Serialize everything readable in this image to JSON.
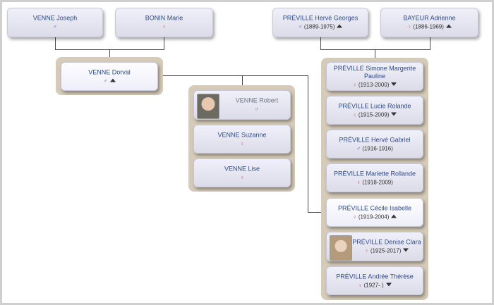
{
  "people": {
    "joseph": {
      "name": "VENNE Joseph",
      "gender": "♂"
    },
    "marie": {
      "name": "BONIN Marie",
      "gender": "♀"
    },
    "herve_georges": {
      "name": "PRÉVILLE Hervé Georges",
      "gender": "♂",
      "years": "(1889-1975)"
    },
    "adrienne": {
      "name": "BAYEUR Adrienne",
      "gender": "♀",
      "years": "(1886-1969)"
    },
    "dorval": {
      "name": "VENNE Dorval",
      "gender": "♂"
    },
    "robert": {
      "name": "VENNE Robert",
      "gender": "♂"
    },
    "suzanne": {
      "name": "VENNE Suzanne",
      "gender": "♀"
    },
    "lise": {
      "name": "VENNE Lise",
      "gender": "♀"
    },
    "simone": {
      "name": "PRÉVILLE Simone Margerite Pauline",
      "gender": "♀",
      "years": "(1913-2000)"
    },
    "lucie": {
      "name": "PRÉVILLE Lucie Rolande",
      "gender": "♀",
      "years": "(1915-2009)"
    },
    "herve_gabriel": {
      "name": "PRÉVILLE Hervé Gabriel",
      "gender": "♂",
      "years": "(1916-1916)"
    },
    "mariette": {
      "name": "PRÉVILLE Mariette Rollande",
      "gender": "♀",
      "years": "(1918-2009)"
    },
    "cecile": {
      "name": "PRÉVILLE Cécile Isabelle",
      "gender": "♀",
      "years": "(1919-2004)"
    },
    "denise": {
      "name": "PRÉVILLE Denise Clara",
      "gender": "♀",
      "years": "(1925-2017)"
    },
    "andree": {
      "name": "PRÉVILLE Andrée Thérèse",
      "gender": "♀",
      "years": "(1927- )"
    }
  },
  "colors": {
    "male": "#3a5bd0",
    "female": "#e0606a",
    "name": "#2f4b86",
    "family_bg": "#d6cbb9"
  }
}
